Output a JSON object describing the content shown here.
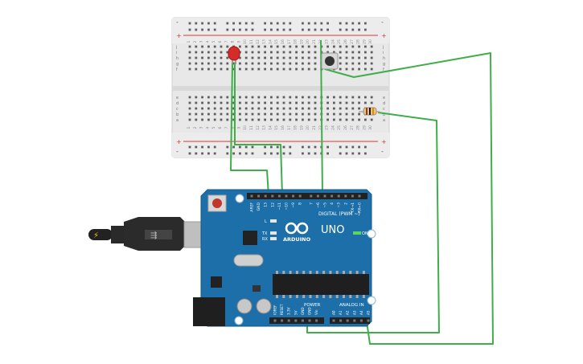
{
  "breadboard": {
    "plus_sign": "+",
    "minus_sign": "-",
    "row_letters_top": [
      "j",
      "i",
      "h",
      "g",
      "f"
    ],
    "row_letters_bottom": [
      "e",
      "d",
      "c",
      "b",
      "a"
    ],
    "column_numbers": [
      "1",
      "2",
      "3",
      "4",
      "5",
      "6",
      "7",
      "8",
      "9",
      "10",
      "11",
      "12",
      "13",
      "14",
      "15",
      "16",
      "17",
      "18",
      "19",
      "20",
      "21",
      "22",
      "23",
      "24",
      "25",
      "26",
      "27",
      "28",
      "29",
      "30"
    ]
  },
  "arduino": {
    "brand": "ARDUINO",
    "model": "UNO",
    "digital_label": "DIGITAL (PWM ~)",
    "power_label": "POWER",
    "analog_label": "ANALOG IN",
    "on_label": "ON",
    "led_labels": [
      "L",
      "TX",
      "RX"
    ],
    "top_pins": [
      "AREF",
      "GND",
      "13",
      "12",
      "~11",
      "~10",
      "~9",
      "8",
      "7",
      "~6",
      "~5",
      "4",
      "~3",
      "2",
      "TX→1",
      "RX←0"
    ],
    "power_pins": [
      "IOREF",
      "RESET",
      "3.3V",
      "5V",
      "GND",
      "GND",
      "Vin"
    ],
    "analog_pins": [
      "A0",
      "A1",
      "A2",
      "A3",
      "A4",
      "A5"
    ]
  },
  "colors": {
    "wire": "#3fae49",
    "board": "#1c6fa8",
    "breadboard": "#e6e6e6",
    "rail_red": "#d63a3a",
    "led_red": "#d42b2b",
    "cable": "#222222"
  }
}
